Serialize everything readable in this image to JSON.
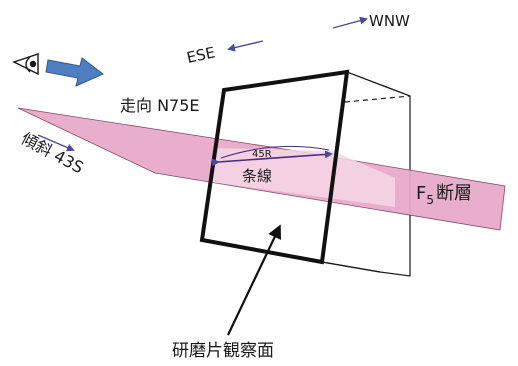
{
  "labels": {
    "wnw": "WNW",
    "ese": "ESE",
    "strike": "走向 N75E",
    "dip": "傾斜 43S",
    "rake": "45R",
    "striation": "条線",
    "fault_main": "F",
    "fault_sub": "5",
    "fault_suffix": "断層",
    "thin_section": "研磨片観察面"
  },
  "colors": {
    "fault_plane": "#e8a8c8",
    "fault_plane_light": "#f3d2e2",
    "fault_edge": "#7a3b5a",
    "direction_arrow": "#4a4a9a",
    "view_arrow": "#4f7fc0",
    "line": "#1a1a1a"
  },
  "icons": {
    "viewer": "eye-icon",
    "view_direction": "view-direction-arrow"
  }
}
